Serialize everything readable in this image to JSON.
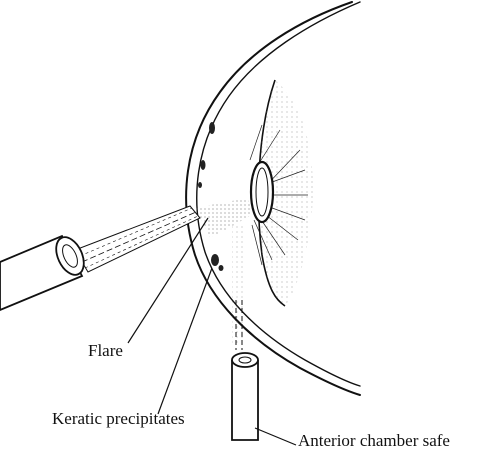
{
  "labels": {
    "flare": "Flare",
    "keratic_precipitates": "Keratic precipitates",
    "anterior_chamber_safe": "Anterior chamber safe"
  },
  "colors": {
    "ink": "#111111",
    "background": "#ffffff"
  }
}
